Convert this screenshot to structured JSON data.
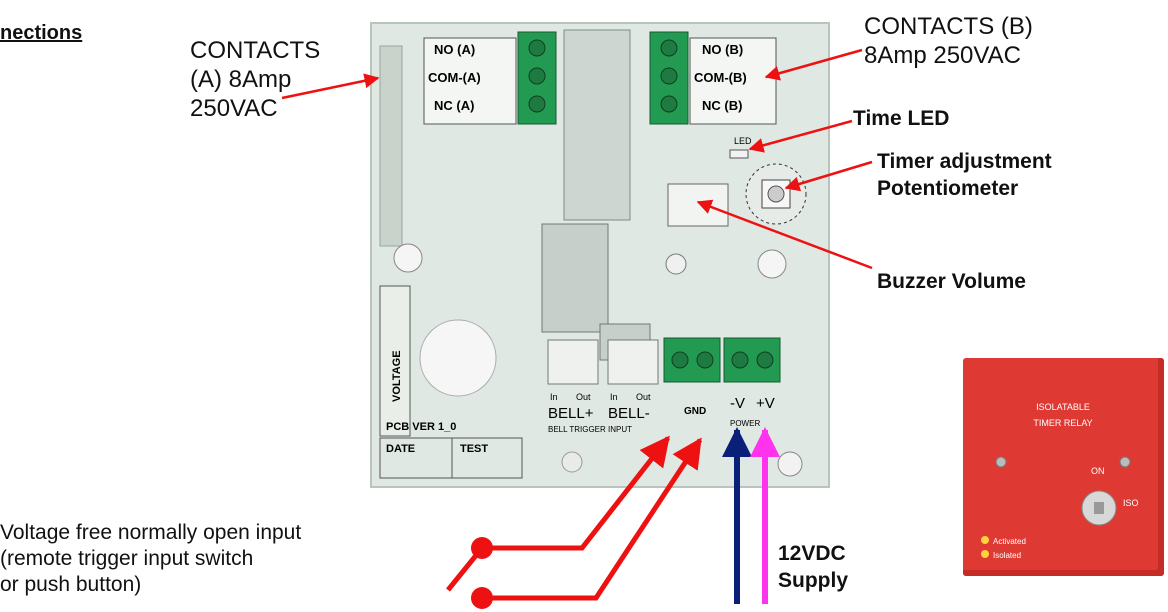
{
  "heading": "nections",
  "labels": {
    "contacts_a": [
      "CONTACTS",
      "(A) 8Amp",
      "250VAC"
    ],
    "contacts_b": [
      "CONTACTS (B)",
      "8Amp 250VAC"
    ],
    "time_led": "Time LED",
    "timer_adj": [
      "Timer adjustment",
      "Potentiometer"
    ],
    "buzzer": "Buzzer Volume",
    "input_note": [
      "Voltage free normally open input",
      "(remote trigger input switch",
      "or push button)"
    ],
    "supply": [
      "12VDC",
      "Supply"
    ]
  },
  "board": {
    "relay_a": [
      "NO (A)",
      "COM-(A)",
      "NC (A)"
    ],
    "relay_b": [
      "NO (B)",
      "COM-(B)",
      "NC (B)"
    ],
    "voltage": "VOLTAGE",
    "pcb": "PCB VER 1_0",
    "date": "DATE",
    "test": "TEST",
    "bell_in": "In",
    "bell_out": "Out",
    "bell_plus": "BELL+",
    "bell_minus": "BELL-",
    "bell_trigger": "BELL TRIGGER INPUT",
    "gnd": "GND",
    "neg_v": "-V",
    "pos_v": "+V",
    "power": "POWER",
    "led": "LED"
  },
  "photo": {
    "title": [
      "ISOLATABLE",
      "TIMER RELAY"
    ],
    "on": "ON",
    "iso": "ISO",
    "activated": "Activated",
    "isolated": "Isolated"
  },
  "colors": {
    "arrow_red": "#ee1111",
    "arrow_navy": "#0a1f78",
    "arrow_magenta": "#ff33ee",
    "terminal_green": "#239a52",
    "board": "#dfe8e2",
    "photo_red": "#de3a33"
  }
}
